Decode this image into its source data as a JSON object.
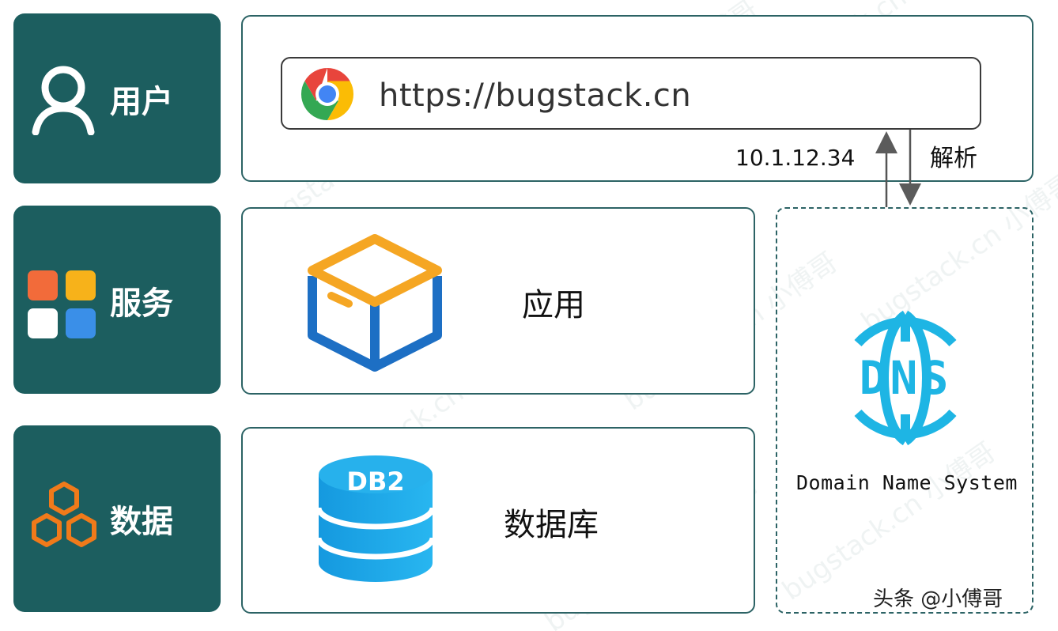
{
  "layers": {
    "user": {
      "label": "用户",
      "icon": "user-icon"
    },
    "service": {
      "label": "服务",
      "icon": "app-grid-icon"
    },
    "data": {
      "label": "数据",
      "icon": "hexagon-cluster-icon"
    }
  },
  "browser": {
    "url": "https://bugstack.cn",
    "icon": "chrome-icon"
  },
  "dns_flow": {
    "ip": "10.1.12.34",
    "resolve_label": "解析"
  },
  "app_box": {
    "label": "应用",
    "icon": "box-icon"
  },
  "db_box": {
    "label": "数据库",
    "icon": "database-icon",
    "icon_text": "DB2"
  },
  "dns": {
    "icon": "dns-globe-icon",
    "icon_text": "DNS",
    "caption": "Domain Name System"
  },
  "credit": "头条 @小傅哥",
  "watermark": "bugstack.cn 小傅哥",
  "colors": {
    "side_bg": "#1c5e5f",
    "panel_border": "#2c6365",
    "box_orange": "#f5a623",
    "box_blue": "#1d6fc4",
    "db_blue": "#1aa3e8",
    "dns_cyan": "#1eb5e4"
  }
}
